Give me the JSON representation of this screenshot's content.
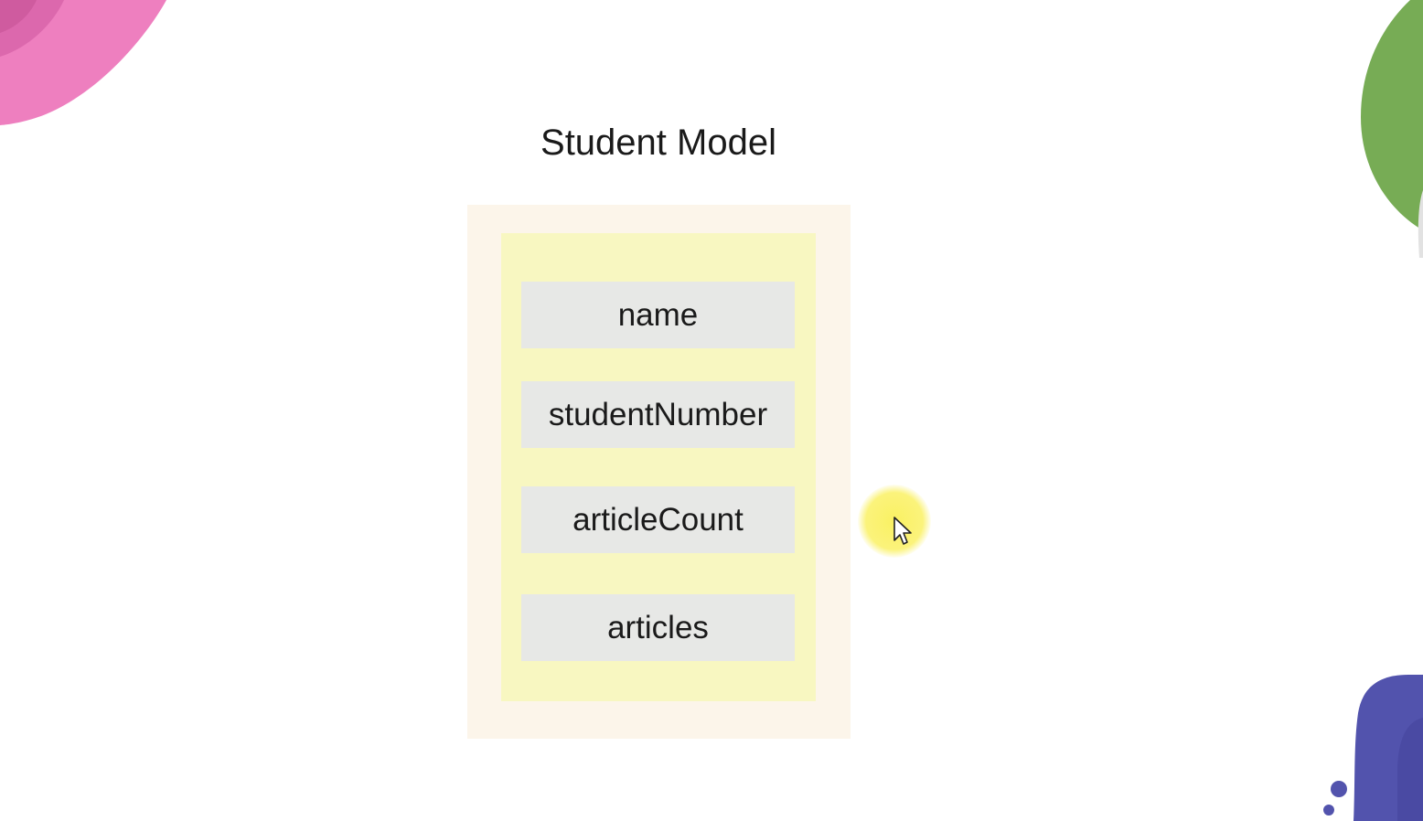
{
  "diagram": {
    "title": "Student Model",
    "fields": [
      {
        "label": "name"
      },
      {
        "label": "studentNumber"
      },
      {
        "label": "articleCount"
      },
      {
        "label": "articles"
      }
    ]
  },
  "colors": {
    "outer_box": "#fcf5ea",
    "inner_box": "#f8f7c1",
    "field_box": "#e7e8e6",
    "decor_pink": "#ee7fbf",
    "decor_green": "#77ac55",
    "decor_purple": "#5253ad",
    "cursor_highlight": "#faf05a"
  },
  "icons": {
    "cursor": "mouse-pointer-icon"
  }
}
